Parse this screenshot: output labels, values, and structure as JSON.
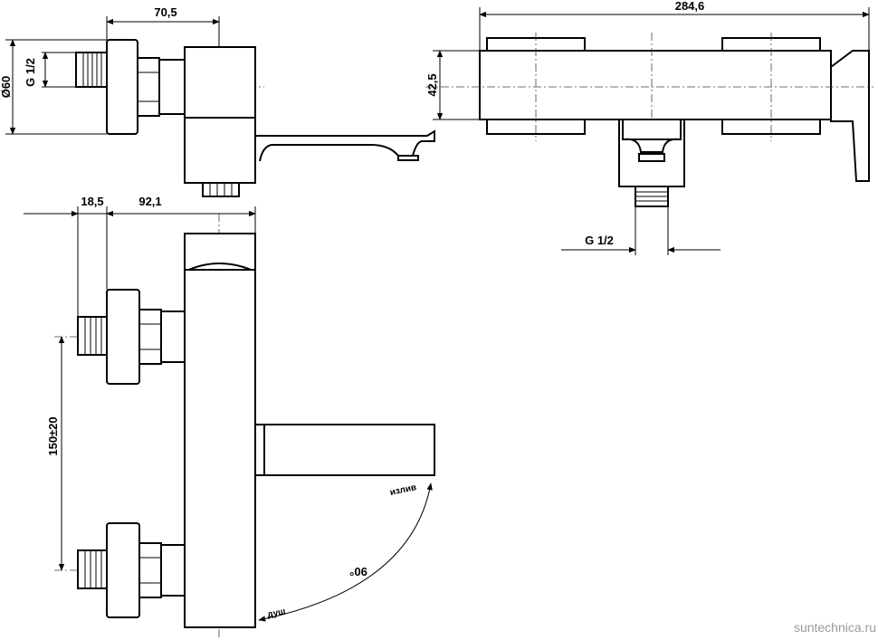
{
  "dimensions": {
    "side_diameter": "Ø60",
    "side_thread": "G 1/2",
    "side_depth": "70,5",
    "top_width": "284,6",
    "top_height": "42,5",
    "top_thread": "G 1/2",
    "front_offset_a": "18,5",
    "front_offset_b": "92,1",
    "front_spacing": "150±20",
    "rotation_angle": "90°"
  },
  "labels": {
    "spout": "излив",
    "shower": "душ"
  },
  "watermark": "suntechnica.ru",
  "colors": {
    "line": "#000000",
    "watermark": "#9a9a9a",
    "background": "#ffffff"
  }
}
